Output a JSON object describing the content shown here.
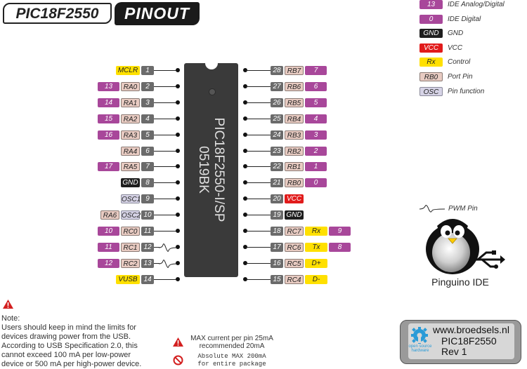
{
  "title": "PIC18F2550",
  "subtitle": "PINOUT",
  "chip": {
    "line1": "PIC18F2550-I/SP",
    "line2": "0519BK"
  },
  "left_pins": [
    {
      "num": "1",
      "boxes": [
        {
          "t": "MCLR",
          "c": "ctrl"
        }
      ]
    },
    {
      "num": "2",
      "boxes": [
        {
          "t": "13",
          "c": "analog"
        },
        {
          "t": "RA0",
          "c": "port"
        }
      ]
    },
    {
      "num": "3",
      "boxes": [
        {
          "t": "14",
          "c": "analog"
        },
        {
          "t": "RA1",
          "c": "port"
        }
      ]
    },
    {
      "num": "4",
      "boxes": [
        {
          "t": "15",
          "c": "analog"
        },
        {
          "t": "RA2",
          "c": "port"
        }
      ]
    },
    {
      "num": "5",
      "boxes": [
        {
          "t": "16",
          "c": "analog"
        },
        {
          "t": "RA3",
          "c": "port"
        }
      ]
    },
    {
      "num": "6",
      "boxes": [
        {
          "t": "RA4",
          "c": "port"
        }
      ]
    },
    {
      "num": "7",
      "boxes": [
        {
          "t": "17",
          "c": "analog"
        },
        {
          "t": "RA5",
          "c": "port"
        }
      ]
    },
    {
      "num": "8",
      "boxes": [
        {
          "t": "GND",
          "c": "gnd"
        }
      ]
    },
    {
      "num": "9",
      "boxes": [
        {
          "t": "OSC1",
          "c": "func"
        }
      ]
    },
    {
      "num": "10",
      "boxes": [
        {
          "t": "RA6",
          "c": "port"
        },
        {
          "t": "OSC2",
          "c": "func"
        }
      ]
    },
    {
      "num": "11",
      "boxes": [
        {
          "t": "10",
          "c": "digital"
        },
        {
          "t": "RC0",
          "c": "port"
        }
      ]
    },
    {
      "num": "12",
      "boxes": [
        {
          "t": "11",
          "c": "digital"
        },
        {
          "t": "RC1",
          "c": "port"
        }
      ],
      "pwm": true
    },
    {
      "num": "13",
      "boxes": [
        {
          "t": "12",
          "c": "digital"
        },
        {
          "t": "RC2",
          "c": "port"
        }
      ],
      "pwm": true
    },
    {
      "num": "14",
      "boxes": [
        {
          "t": "VUSB",
          "c": "ctrl"
        }
      ]
    }
  ],
  "right_pins": [
    {
      "num": "28",
      "boxes": [
        {
          "t": "RB7",
          "c": "port"
        },
        {
          "t": "7",
          "c": "digital"
        }
      ]
    },
    {
      "num": "27",
      "boxes": [
        {
          "t": "RB6",
          "c": "port"
        },
        {
          "t": "6",
          "c": "digital"
        }
      ]
    },
    {
      "num": "26",
      "boxes": [
        {
          "t": "RB5",
          "c": "port"
        },
        {
          "t": "5",
          "c": "digital"
        }
      ]
    },
    {
      "num": "25",
      "boxes": [
        {
          "t": "RB4",
          "c": "port"
        },
        {
          "t": "4",
          "c": "digital"
        }
      ]
    },
    {
      "num": "24",
      "boxes": [
        {
          "t": "RB3",
          "c": "port"
        },
        {
          "t": "3",
          "c": "digital"
        }
      ]
    },
    {
      "num": "23",
      "boxes": [
        {
          "t": "RB2",
          "c": "port"
        },
        {
          "t": "2",
          "c": "digital"
        }
      ]
    },
    {
      "num": "22",
      "boxes": [
        {
          "t": "RB1",
          "c": "port"
        },
        {
          "t": "1",
          "c": "digital"
        }
      ]
    },
    {
      "num": "21",
      "boxes": [
        {
          "t": "RB0",
          "c": "port"
        },
        {
          "t": "0",
          "c": "digital"
        }
      ]
    },
    {
      "num": "20",
      "boxes": [
        {
          "t": "VCC",
          "c": "vcc"
        }
      ]
    },
    {
      "num": "19",
      "boxes": [
        {
          "t": "GND",
          "c": "gnd"
        }
      ]
    },
    {
      "num": "18",
      "boxes": [
        {
          "t": "RC7",
          "c": "port"
        },
        {
          "t": "Rx",
          "c": "ctrl"
        },
        {
          "t": "9",
          "c": "digital"
        }
      ]
    },
    {
      "num": "17",
      "boxes": [
        {
          "t": "RC6",
          "c": "port"
        },
        {
          "t": "Tx",
          "c": "ctrl"
        },
        {
          "t": "8",
          "c": "digital"
        }
      ]
    },
    {
      "num": "16",
      "boxes": [
        {
          "t": "RC5",
          "c": "port"
        },
        {
          "t": "D+",
          "c": "ctrl"
        }
      ]
    },
    {
      "num": "15",
      "boxes": [
        {
          "t": "RC4",
          "c": "port"
        },
        {
          "t": "D-",
          "c": "ctrl"
        }
      ]
    }
  ],
  "legend": [
    {
      "sample": "13",
      "c": "analog",
      "label": "IDE Analog/Digital"
    },
    {
      "sample": "0",
      "c": "digital",
      "label": "IDE Digital"
    },
    {
      "sample": "GND",
      "c": "gnd",
      "label": "GND"
    },
    {
      "sample": "VCC",
      "c": "vcc",
      "label": "VCC"
    },
    {
      "sample": "Rx",
      "c": "ctrl",
      "label": "Control"
    },
    {
      "sample": "RB0",
      "c": "port",
      "label": "Port Pin"
    },
    {
      "sample": "OSC",
      "c": "func",
      "label": "Pin function"
    },
    {
      "sample": "",
      "c": "pwm",
      "label": "PWM Pin"
    }
  ],
  "mascot_label": "Pinguino IDE",
  "note": {
    "heading": "Note:",
    "body": "Users should keep in mind the limits for\ndevices drawing power from the USB.\nAccording to USB Specification 2.0, this\ncannot exceed 100 mA per low-power\ndevice or 500 mA per high-power device."
  },
  "warnings": {
    "max_pin_line1": "MAX current per pin 25mA",
    "max_pin_line2": "recommended 20mA",
    "max_pkg_line1": "Absolute MAX 200mA",
    "max_pkg_line2": "for entire package"
  },
  "board": {
    "url": "www.broedsels.nl",
    "name": "PIC18F2550",
    "rev": "Rev 1",
    "logo_line1": "open source",
    "logo_line2": "hardware"
  },
  "colors": {
    "analog": "#a8479a",
    "digital": "#a8479a",
    "gnd": "#1e1e1e",
    "vcc": "#e11b1b",
    "control": "#ffe000",
    "port": "#e8cbc2",
    "function": "#d6d3e6",
    "pin_number": "#6b6b6b"
  }
}
